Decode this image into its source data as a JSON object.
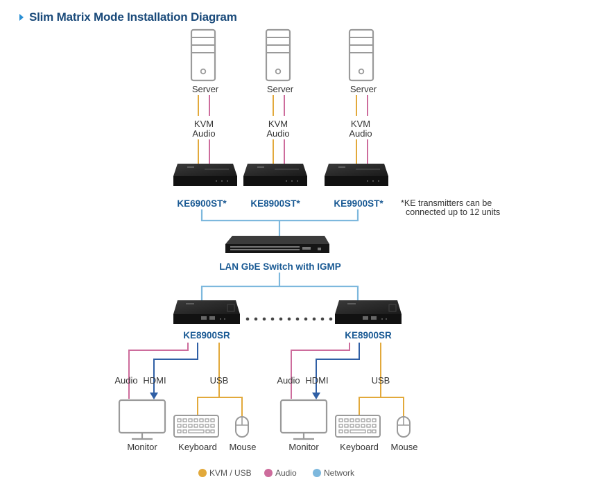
{
  "title": "Slim Matrix Mode Installation Diagram",
  "colors": {
    "kvm_usb": "#e2a93b",
    "audio": "#cd6c9c",
    "network": "#7db8dd",
    "hdmi": "#2f5fa5",
    "title": "#1a4a7a",
    "model": "#1a5a94",
    "icon_gray": "#999999"
  },
  "servers": [
    {
      "label": "Server",
      "cable_label_1": "KVM",
      "cable_label_2": "Audio",
      "transmitter": "KE6900ST*"
    },
    {
      "label": "Server",
      "cable_label_1": "KVM",
      "cable_label_2": "Audio",
      "transmitter": "KE8900ST*"
    },
    {
      "label": "Server",
      "cable_label_1": "KVM",
      "cable_label_2": "Audio",
      "transmitter": "KE9900ST*"
    }
  ],
  "note": {
    "line1": "*KE transmitters can be",
    "line2": "connected up to 12 units"
  },
  "switch_label": "LAN GbE Switch with IGMP",
  "receivers": [
    {
      "model": "KE8900SR",
      "audio_label": "Audio",
      "hdmi_label": "HDMI",
      "usb_label": "USB",
      "monitor": "Monitor",
      "keyboard": "Keyboard",
      "mouse": "Mouse"
    },
    {
      "model": "KE8900SR",
      "audio_label": "Audio",
      "hdmi_label": "HDMI",
      "usb_label": "USB",
      "monitor": "Monitor",
      "keyboard": "Keyboard",
      "mouse": "Mouse"
    }
  ],
  "legend": [
    {
      "label": "KVM / USB",
      "color": "#e2a93b"
    },
    {
      "label": "Audio",
      "color": "#cd6c9c"
    },
    {
      "label": "Network",
      "color": "#7db8dd"
    }
  ]
}
